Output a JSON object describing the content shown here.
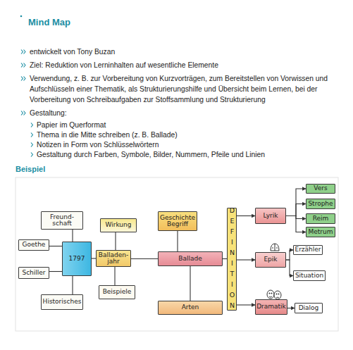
{
  "diagram": {
    "title": "Mind Map",
    "nodes": [
      {
        "text": [
          "Ballade"
        ]
      },
      {
        "text": [
          "Balladen- jahr"
        ]
      },
      {
        "text": [
          "Wirkung"
        ]
      },
      {
        "text": [
          "Beispiele"
        ]
      },
      {
        "text": [
          "1797"
        ]
      },
      {
        "text": [
          "Freund- schaft"
        ]
      },
      {
        "text": [
          "Goethe"
        ]
      },
      {
        "text": [
          "Schiller"
        ]
      },
      {
        "text": [
          "Historisches"
        ]
      },
      {
        "text": [
          "Geschichte Begriff"
        ]
      },
      {
        "text": [
          "Arten"
        ]
      },
      {
        "text": [
          "DEFINITION"
        ]
      },
      {
        "text": [
          "Lyrik"
        ]
      },
      {
        "text": [
          "Vers"
        ]
      },
      {
        "text": [
          "Strophe"
        ]
      },
      {
        "text": [
          "Reim"
        ]
      },
      {
        "text": [
          "Metrum"
        ]
      },
      {
        "text": [
          "Epik"
        ]
      },
      {
        "text": [
          "Erzähler"
        ]
      },
      {
        "text": [
          "Situation"
        ]
      },
      {
        "text": [
          "Dramatik"
        ]
      },
      {
        "text": [
          "Dialog"
        ]
      }
    ],
    "edges": [
      {
        "from": 0,
        "to": 1,
        "arrow": "none"
      },
      {
        "from": 0,
        "to": 9,
        "arrow": "none"
      },
      {
        "from": 0,
        "to": 10,
        "arrow": "none"
      },
      {
        "from": 0,
        "to": 11,
        "arrow": "none"
      },
      {
        "from": 1,
        "to": 2,
        "arrow": "none"
      },
      {
        "from": 1,
        "to": 3,
        "arrow": "none"
      },
      {
        "from": 1,
        "to": 4,
        "arrow": "none"
      },
      {
        "from": 4,
        "to": 5,
        "arrow": "none"
      },
      {
        "from": 4,
        "to": 6,
        "arrow": "none"
      },
      {
        "from": 4,
        "to": 7,
        "arrow": "none"
      },
      {
        "from": 4,
        "to": 8,
        "arrow": "none"
      },
      {
        "from": 11,
        "to": 12,
        "arrow": "to"
      },
      {
        "from": 11,
        "to": 17,
        "arrow": "to"
      },
      {
        "from": 11,
        "to": 20,
        "arrow": "to"
      },
      {
        "from": 12,
        "to": 13,
        "arrow": "to"
      },
      {
        "from": 12,
        "to": 14,
        "arrow": "to"
      },
      {
        "from": 12,
        "to": 15,
        "arrow": "to"
      },
      {
        "from": 12,
        "to": 16,
        "arrow": "to"
      },
      {
        "from": 17,
        "to": 18,
        "arrow": "to"
      },
      {
        "from": 17,
        "to": 19,
        "arrow": "to"
      },
      {
        "from": 20,
        "to": 21,
        "arrow": "to"
      }
    ],
    "labels": [
      "entwickelt von Tony Buzan",
      "Ziel: Reduktion von Lerninhalten auf wesentliche Elemente",
      "Verwendung, z. B. zur Vorbereitung von Kurzvorträgen, zum Bereitstellen von Vorwissen und Aufschlüsseln einer Thematik, als Strukturierungshilfe und Übersicht beim Lernen, bei der Vorbereitung von Schreibaufgaben zur Stoffsammlung und Strukturierung",
      "Gestaltung:",
      "Papier im Querformat",
      "Thema in die Mitte schreiben (z. B. Ballade)",
      "Notizen in Form von Schlüsselwörtern",
      "Gestaltung durch Farben, Symbole, Bilder, Nummern, Pfeile und Linien",
      "Beispiel"
    ]
  }
}
